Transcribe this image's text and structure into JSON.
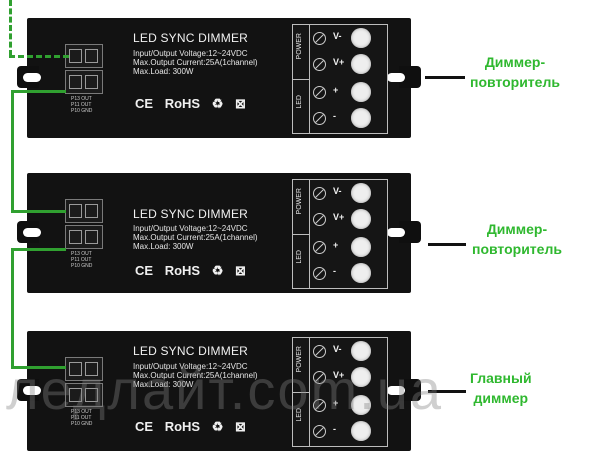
{
  "device": {
    "title": "LED SYNC DIMMER",
    "spec_voltage": "Input/Output Voltage:12~24VDC",
    "spec_current": "Max.Output Current:25A(1channel)",
    "spec_load": "Max.Load: 300W",
    "cert_ce": "CE",
    "cert_rohs": "RoHS",
    "recycle_symbol": "♻",
    "weee_symbol": "⊠",
    "power_label": "POWER",
    "led_label": "LED",
    "term_vminus": "V-",
    "term_vplus": "V+",
    "term_plus": "+",
    "term_minus": "-",
    "pin_labels": "P13 OUT\nP11 OUT\nP10 GND"
  },
  "captions": {
    "top_line1": "Диммер-",
    "top_line2": "повторитель",
    "mid_line1": "Диммер-",
    "mid_line2": "повторитель",
    "bottom_line1": "Главный",
    "bottom_line2": "диммер"
  },
  "watermark": "ледлайт.com.ua",
  "colors": {
    "wire": "#30a030",
    "caption": "#2fb82f",
    "device_body": "#121212"
  }
}
